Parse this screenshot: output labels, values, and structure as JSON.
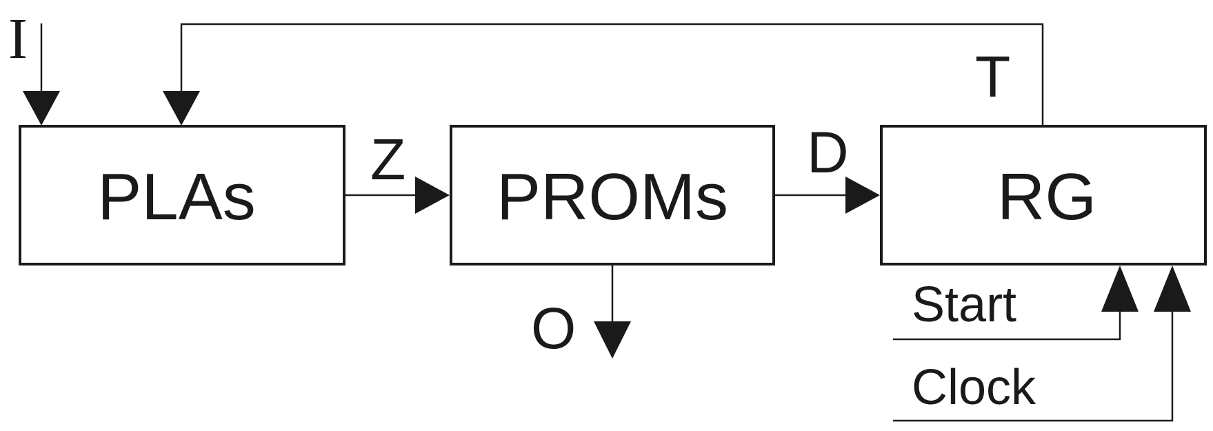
{
  "blocks": {
    "pla": "PLAs",
    "prom": "PROMs",
    "rg": "RG"
  },
  "signals": {
    "input": "I",
    "z": "Z",
    "d": "D",
    "t": "T",
    "output": "O",
    "start": "Start",
    "clock": "Clock"
  },
  "colors": {
    "line": "#1a1a1a",
    "background": "#ffffff"
  }
}
